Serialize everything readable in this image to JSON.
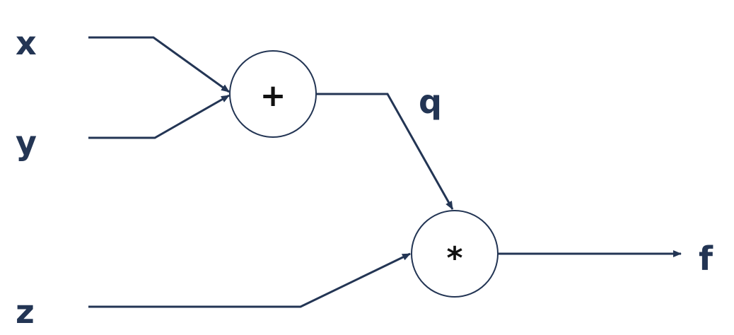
{
  "diagram": {
    "inputs": {
      "x": "x",
      "y": "y",
      "z": "z"
    },
    "intermediate": "q",
    "output": "f",
    "operators": {
      "add": "+",
      "multiply": "*"
    },
    "colors": {
      "line": "#233554",
      "text": "#233554",
      "operator_text": "#111111",
      "background": "#ffffff"
    }
  }
}
